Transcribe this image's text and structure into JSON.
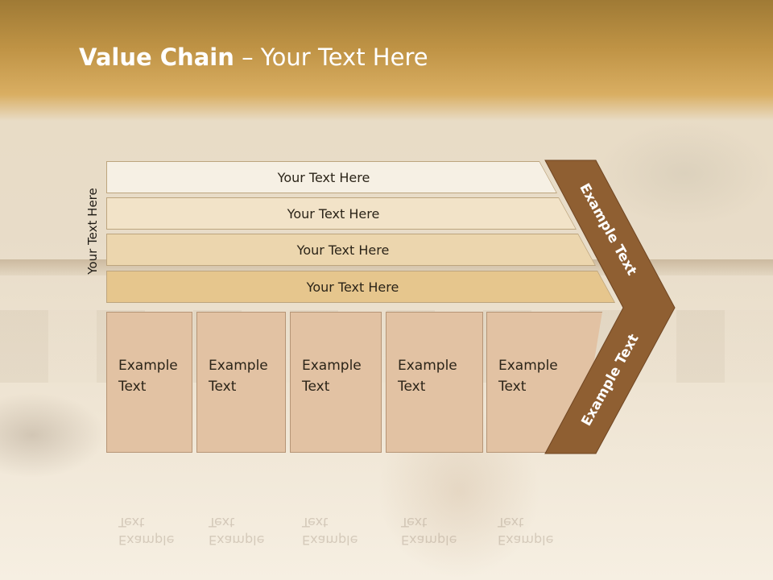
{
  "slide": {
    "title_bold": "Value Chain",
    "title_rest": " – Your Text Here"
  },
  "diagram": {
    "side_label": "Your Text Here",
    "bars": [
      {
        "label": "Your Text Here",
        "color": "#f6f0e4"
      },
      {
        "label": "Your Text Here",
        "color": "#f2e3c8"
      },
      {
        "label": "Your Text Here",
        "color": "#ecd6ae"
      },
      {
        "label": "Your Text Here",
        "color": "#e6c68d"
      }
    ],
    "columns": [
      {
        "label": "Example\nText"
      },
      {
        "label": "Example\nText"
      },
      {
        "label": "Example\nText"
      },
      {
        "label": "Example\nText"
      },
      {
        "label": "Example\nText"
      }
    ],
    "chevron_upper_label": "Example Text",
    "chevron_lower_label": "Example Text",
    "colors": {
      "chevron": "#8f5f32",
      "column": "#e2c2a3",
      "header": "#bf9345"
    }
  }
}
